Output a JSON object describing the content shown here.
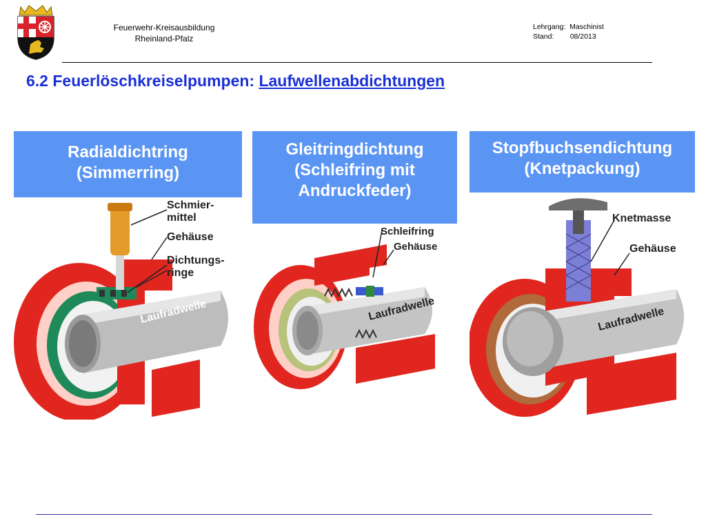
{
  "header": {
    "org_line1": "Feuerwehr-Kreisausbildung",
    "org_line2": "Rheinland-Pfalz",
    "course_label": "Lehrgang:",
    "course_value": "Maschinist",
    "status_label": "Stand:",
    "status_value": "08/2013"
  },
  "title": {
    "prefix": "6.2 Feuerlöschkreiselpumpen:",
    "topic": "Laufwellenabdichtungen"
  },
  "panels": [
    {
      "heading": [
        "Radialdichtring",
        "(Simmerring)"
      ],
      "labels": {
        "lubricant_1": "Schmier-",
        "lubricant_2": "mittel",
        "housing": "Gehäuse",
        "seal_1": "Dichtungs-",
        "seal_2": "ringe",
        "shaft": "Laufradwelle"
      }
    },
    {
      "heading": [
        "Gleitringdichtung",
        "(Schleifring mit",
        "Andruckfeder)"
      ],
      "labels": {
        "ring": "Schleifring",
        "housing": "Gehäuse",
        "shaft": "Laufradwelle"
      }
    },
    {
      "heading": [
        "Stopfbuchsendichtung",
        "(Knetpackung)"
      ],
      "labels": {
        "packing": "Knetmasse",
        "housing": "Gehäuse",
        "shaft": "Laufradwelle"
      }
    }
  ],
  "colors": {
    "title": "#1a2fd6",
    "panel_header": "#5b95f4",
    "housing_red": "#e0261f",
    "shaft_grey": "#c9c9c9"
  }
}
